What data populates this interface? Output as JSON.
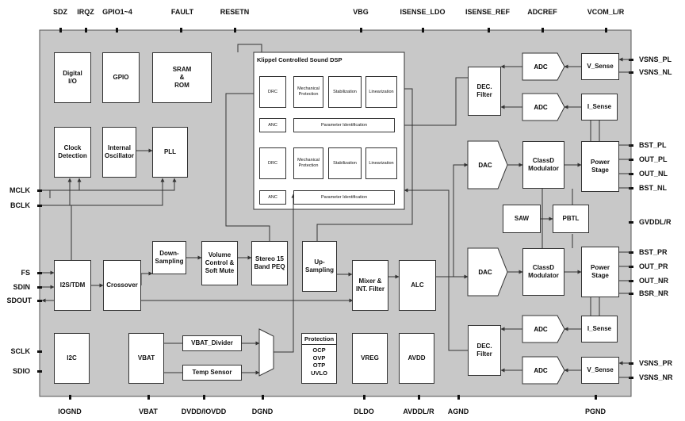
{
  "pins": {
    "top": [
      "SDZ",
      "IRQZ",
      "GPIO1~4",
      "FAULT",
      "RESETN",
      "VBG",
      "ISENSE_LDO",
      "ISENSE_REF",
      "ADCREF",
      "VCOM_L/R"
    ],
    "bottom": [
      "IOGND",
      "VBAT",
      "DVDD/IOVDD",
      "DGND",
      "DLDO",
      "AVDDL/R",
      "AGND",
      "PGND"
    ],
    "left": [
      "MCLK",
      "BCLK",
      "FS",
      "SDIN",
      "SDOUT",
      "SCLK",
      "SDIO"
    ],
    "right": [
      "VSNS_PL",
      "VSNS_NL",
      "BST_PL",
      "OUT_PL",
      "OUT_NL",
      "BST_NL",
      "GVDDL/R",
      "BST_PR",
      "OUT_PR",
      "OUT_NR",
      "BSR_NR",
      "VSNS_PR",
      "VSNS_NR"
    ]
  },
  "blocks": {
    "digital_io": "Digital\nI/O",
    "gpio": "GPIO",
    "sram_rom": "SRAM\n&\nROM",
    "clock_detection": "Clock\nDetection",
    "internal_oscillator": "Internal\nOscillator",
    "pll": "PLL",
    "i2s_tdm": "I2S/TDM",
    "crossover": "Crossover",
    "down_sampling": "Down-\nSampling",
    "volume_control": "Volume\nControl &\nSoft Mute",
    "stereo_peq": "Stereo 15\nBand PEQ",
    "up_sampling": "Up-\nSampling",
    "mixer": "Mixer &\nINT. Filter",
    "alc": "ALC",
    "i2c": "I2C",
    "vbat": "VBAT",
    "vbat_divider": "VBAT_Divider",
    "temp_sensor": "Temp Sensor",
    "vreg": "VREG",
    "avdd": "AVDD",
    "dec_filter": "DEC.\nFilter",
    "adc": "ADC",
    "v_sense": "V_Sense",
    "i_sense": "I_Sense",
    "dac": "DAC",
    "classd": "ClassD\nModulator",
    "power_stage": "Power\nStage",
    "saw": "SAW",
    "pbtl": "PBTL"
  },
  "dsp": {
    "title": "Klippel Controlled Sound DSP",
    "drc": "DRC",
    "mech": "Mechanical\nProtection",
    "stab": "Stabilization",
    "lin": "Linearization",
    "anc": "ANC",
    "param": "Parameter Identification"
  },
  "protection": {
    "title": "Protection",
    "items": [
      "OCP",
      "OVP",
      "OTP",
      "UVLO"
    ]
  },
  "colors": {
    "chip": "#c8c8c8",
    "line": "#333333",
    "block": "#ffffff"
  }
}
